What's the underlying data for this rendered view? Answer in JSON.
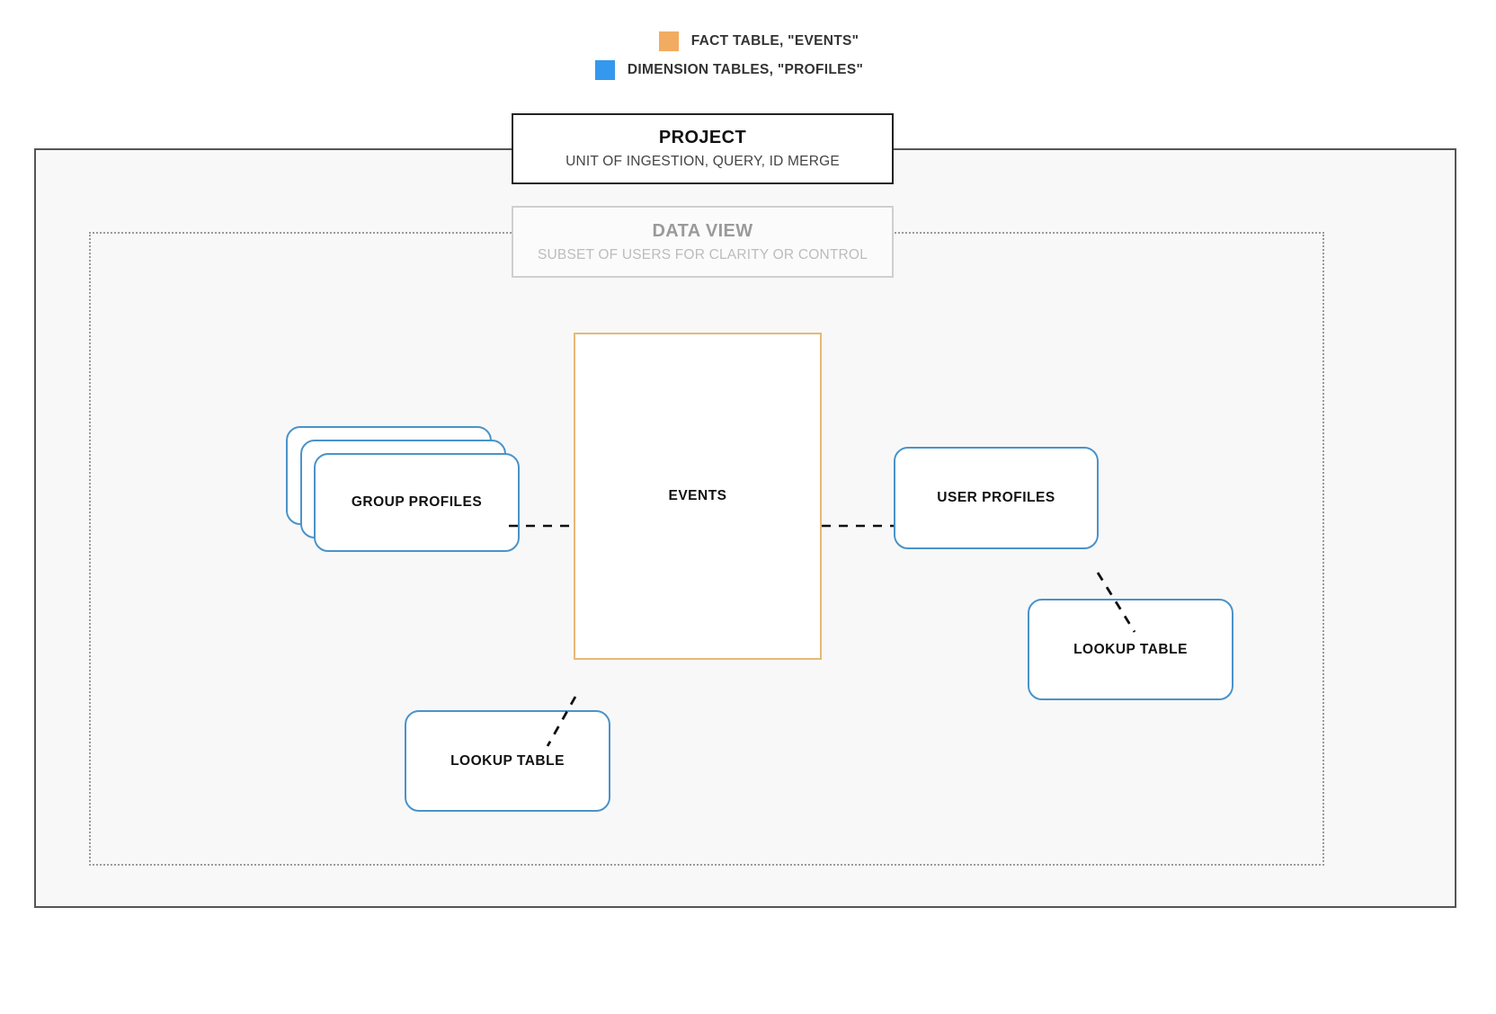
{
  "legend": {
    "items": [
      {
        "swatch_color": "#f2ac61",
        "label": "FACT TABLE, \"EVENTS\"",
        "icon": "square-swatch-icon"
      },
      {
        "swatch_color": "#3498ee",
        "label": "DIMENSION TABLES, \"PROFILES\"",
        "icon": "square-swatch-icon"
      }
    ]
  },
  "project": {
    "title": "PROJECT",
    "subtitle": "UNIT OF INGESTION, QUERY, ID MERGE",
    "border_color": "#222222"
  },
  "data_view": {
    "title": "DATA VIEW",
    "subtitle": "SUBSET OF USERS FOR CLARITY OR CONTROL",
    "border_color": "#cfcfcf",
    "text_color": "#9a9a9a"
  },
  "nodes": {
    "events": {
      "label": "EVENTS",
      "type": "fact-table",
      "border_color": "#e8b878"
    },
    "group_profiles": {
      "label": "GROUP PROFILES",
      "type": "dimension-table-stack",
      "border_color": "#4a93c9",
      "stack_count": 3
    },
    "user_profiles": {
      "label": "USER PROFILES",
      "type": "dimension-table",
      "border_color": "#4a93c9"
    },
    "lookup_table_left": {
      "label": "LOOKUP TABLE",
      "type": "dimension-table",
      "border_color": "#4a93c9"
    },
    "lookup_table_right": {
      "label": "LOOKUP TABLE",
      "type": "dimension-table",
      "border_color": "#4a93c9"
    }
  },
  "connectors": [
    {
      "from": "group_profiles",
      "to": "events",
      "style": "dashed"
    },
    {
      "from": "events",
      "to": "user_profiles",
      "style": "dashed"
    },
    {
      "from": "events",
      "to": "lookup_table_left",
      "style": "dashed"
    },
    {
      "from": "user_profiles",
      "to": "lookup_table_right",
      "style": "dashed"
    }
  ],
  "canvas": {
    "background": "#ffffff",
    "project_fill": "#f8f8f8",
    "dotted_border_color": "#9a9a9a"
  }
}
